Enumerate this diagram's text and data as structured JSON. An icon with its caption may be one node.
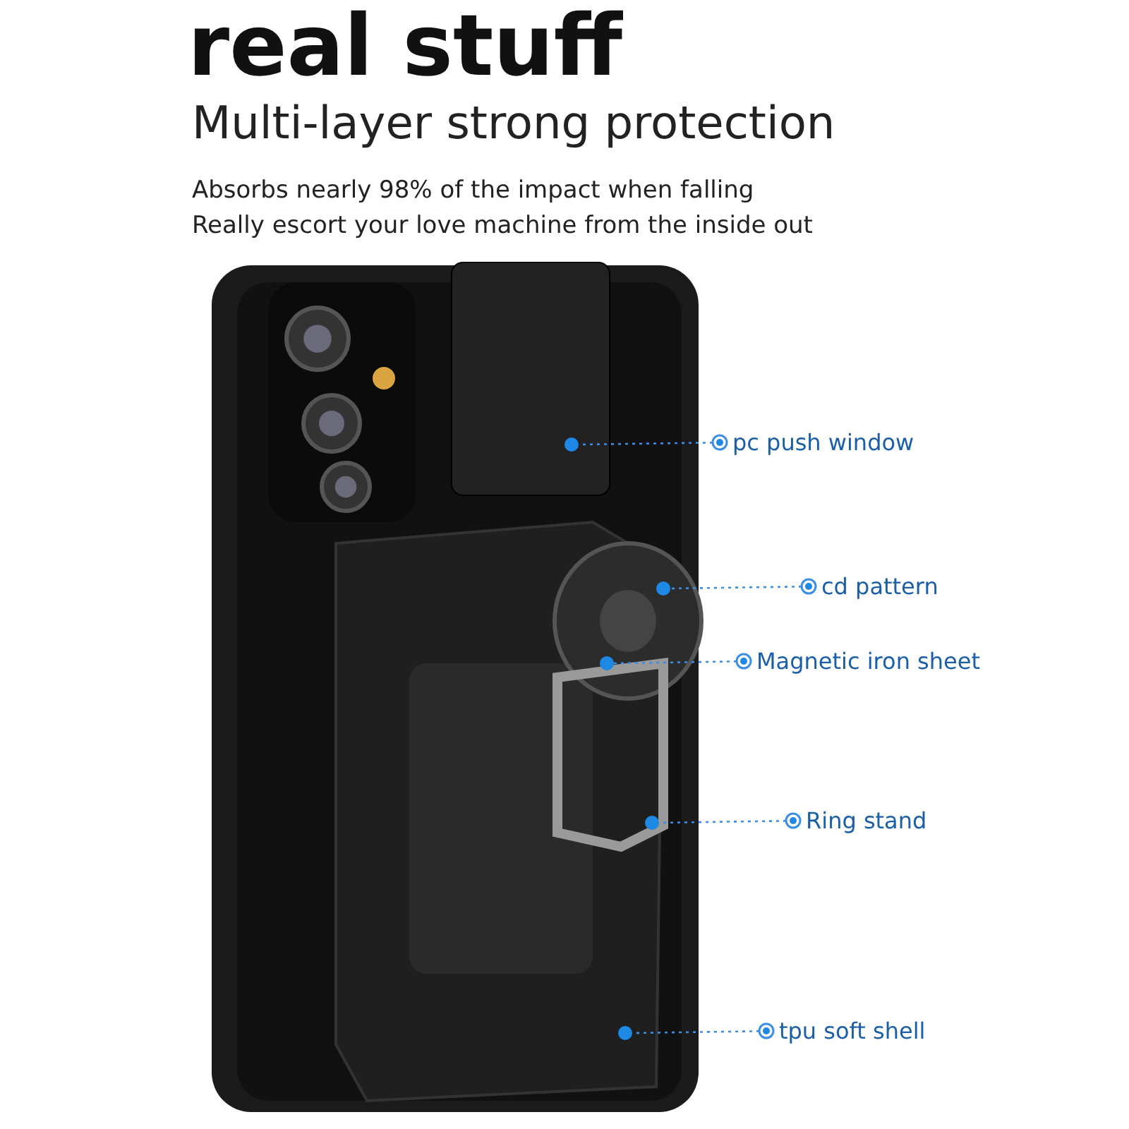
{
  "diagram": {
    "title": "real stuff",
    "nodes": [
      {
        "text": [
          "pc push window"
        ]
      },
      {
        "text": [
          "cd pattern"
        ]
      },
      {
        "text": [
          "Magnetic iron sheet"
        ]
      },
      {
        "text": [
          "Ring stand"
        ]
      },
      {
        "text": [
          "tpu soft shell"
        ]
      },
      {
        "text": [],
        "shape": "circle"
      },
      {
        "text": [],
        "shape": "circle"
      },
      {
        "text": [],
        "shape": "circle"
      },
      {
        "text": [],
        "shape": "circle"
      },
      {
        "text": [],
        "shape": "circle"
      }
    ],
    "edges": [
      {
        "from": 0,
        "to": 5,
        "arrow": "other",
        "style": "dashed"
      },
      {
        "from": 1,
        "to": 6,
        "arrow": "other",
        "style": "dashed"
      },
      {
        "from": 2,
        "to": 7,
        "arrow": "other",
        "style": "dashed"
      },
      {
        "from": 3,
        "to": 8,
        "arrow": "other",
        "style": "dashed"
      },
      {
        "from": 4,
        "to": 9,
        "arrow": "other",
        "style": "dashed"
      }
    ],
    "labels": [
      "Multi-layer strong protection",
      "Absorbs nearly 98% of the impact when falling",
      "Really escort your love machine from the inside out"
    ]
  }
}
